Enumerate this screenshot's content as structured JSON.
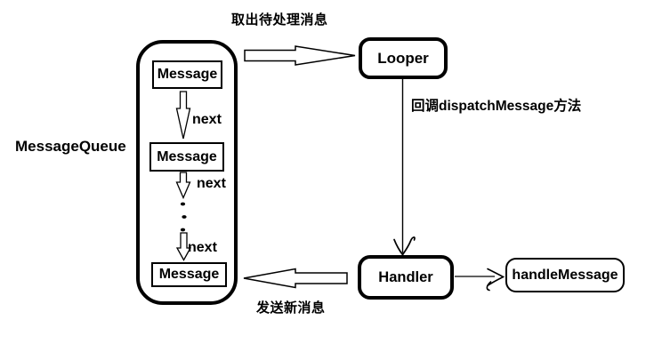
{
  "queue": {
    "label": "MessageQueue",
    "messages": [
      "Message",
      "Message",
      "Message"
    ],
    "next_labels": [
      "next",
      "next",
      "next"
    ]
  },
  "nodes": {
    "looper": "Looper",
    "handler": "Handler",
    "handle_message": "handleMessage"
  },
  "edges": {
    "queue_to_looper_label": "取出待处理消息",
    "looper_to_handler_label": "回调dispatchMessage方法",
    "handler_to_queue_label": "发送新消息"
  },
  "colors": {
    "stroke": "#000000",
    "fill": "#ffffff",
    "text": "#000000"
  }
}
